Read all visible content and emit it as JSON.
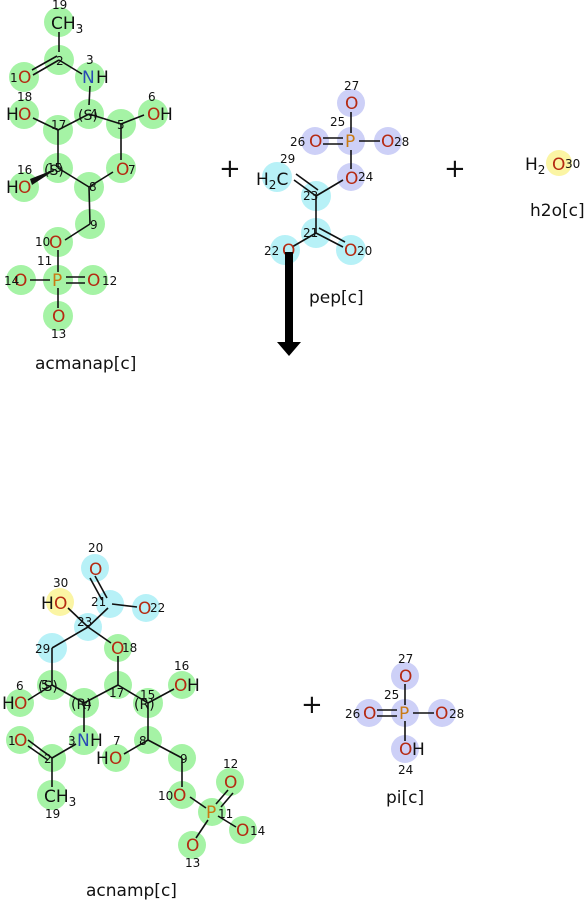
{
  "reaction": {
    "reactants": [
      {
        "name": "acmanap[c]"
      },
      {
        "name": "pep[c]"
      },
      {
        "name": "h2o[c]"
      }
    ],
    "products": [
      {
        "name": "acnamp[c]"
      },
      {
        "name": "pi[c]"
      }
    ],
    "plus_symbol": "+"
  },
  "colors": {
    "green": "#a5f3a5",
    "cyan": "#b7f1f7",
    "lavender": "#cdd0f7",
    "yellow": "#fbf5a4",
    "oxygen": "#b52a12",
    "nitrogen": "#2a4bb5",
    "phosphorus": "#c97a12"
  }
}
